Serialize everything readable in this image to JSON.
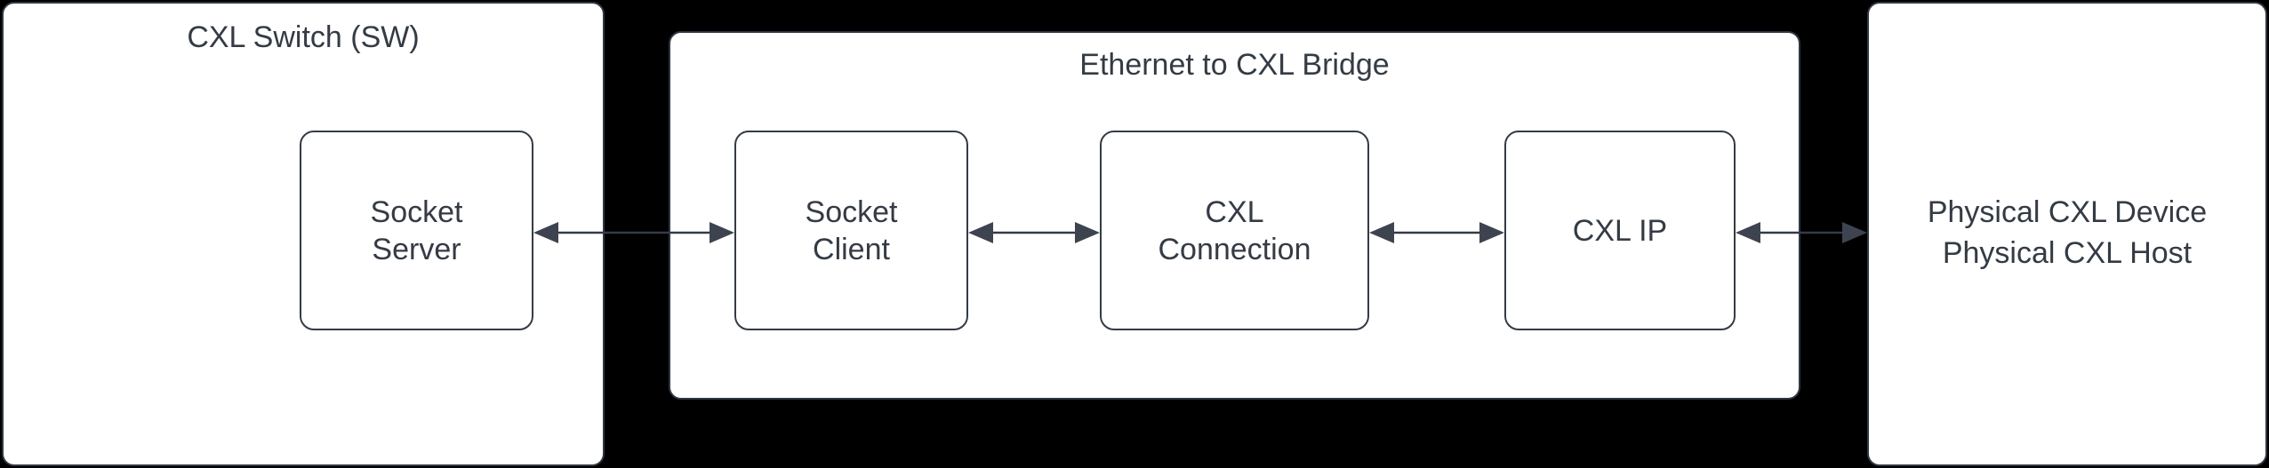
{
  "diagram": {
    "background_color": "#000000",
    "stroke_color": "#343b45",
    "panel_fill": "#ffffff",
    "panels": [
      {
        "id": "cxl-switch",
        "title": "CXL Switch (SW)"
      },
      {
        "id": "ethernet-cxl-bridge",
        "title": "Ethernet to CXL Bridge"
      },
      {
        "id": "physical-cxl",
        "title": ""
      }
    ],
    "nodes": [
      {
        "id": "socket-server",
        "label": "Socket\nServer"
      },
      {
        "id": "socket-client",
        "label": "Socket\nClient"
      },
      {
        "id": "cxl-connection",
        "label": "CXL\nConnection"
      },
      {
        "id": "cxl-ip",
        "label": "CXL IP"
      }
    ],
    "physical_block": {
      "line1": "Physical CXL Device",
      "line2": "Physical CXL Host",
      "text": "Physical CXL Device\nPhysical CXL Host"
    },
    "connectors": [
      {
        "id": "server-to-client",
        "from": "socket-server",
        "to": "socket-client",
        "style": "double-arrow"
      },
      {
        "id": "client-to-connection",
        "from": "socket-client",
        "to": "cxl-connection",
        "style": "double-arrow"
      },
      {
        "id": "connection-to-ip",
        "from": "cxl-connection",
        "to": "cxl-ip",
        "style": "double-arrow"
      },
      {
        "id": "ip-to-physical",
        "from": "cxl-ip",
        "to": "physical-cxl",
        "style": "double-arrow"
      }
    ]
  }
}
